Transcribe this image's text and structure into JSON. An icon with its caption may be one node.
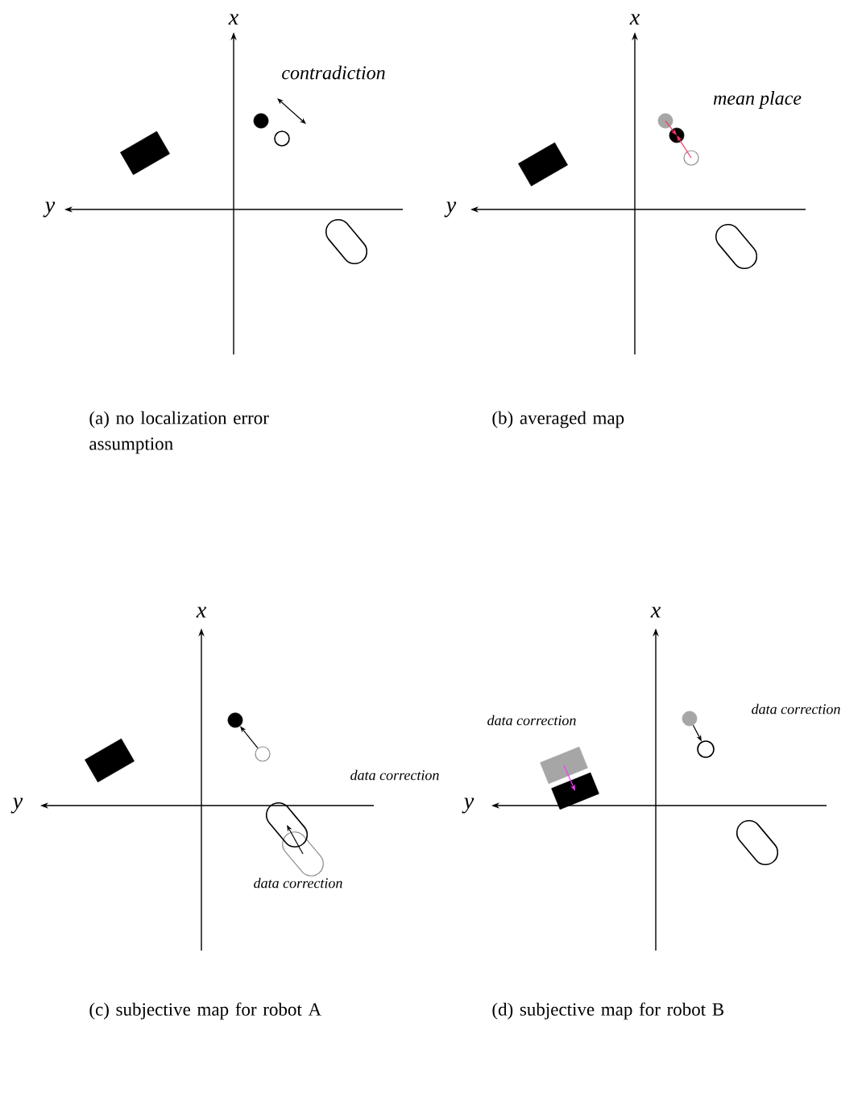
{
  "diagram": {
    "nodes": [
      {
        "text": [],
        "shape": "box"
      },
      {
        "text": [],
        "shape": "circle"
      },
      {
        "text": [],
        "shape": "circle"
      },
      {
        "text": [],
        "shape": "capsule"
      },
      {
        "text": [],
        "shape": "box"
      },
      {
        "text": [],
        "shape": "circle"
      },
      {
        "text": [],
        "shape": "circle"
      },
      {
        "text": [],
        "shape": "circle"
      },
      {
        "text": [],
        "shape": "capsule"
      },
      {
        "text": [],
        "shape": "box"
      },
      {
        "text": [],
        "shape": "circle"
      },
      {
        "text": [],
        "shape": "circle"
      },
      {
        "text": [],
        "shape": "capsule"
      },
      {
        "text": [],
        "shape": "capsule"
      },
      {
        "text": [],
        "shape": "box"
      },
      {
        "text": [],
        "shape": "box"
      },
      {
        "text": [],
        "shape": "circle"
      },
      {
        "text": [],
        "shape": "circle"
      },
      {
        "text": [],
        "shape": "capsule"
      }
    ],
    "edges": [
      {
        "from": 5,
        "to": 6,
        "arrow": "to",
        "color": "#ff3366"
      },
      {
        "from": 7,
        "to": 6,
        "arrow": "to",
        "color": "#ff3366"
      },
      {
        "from": 11,
        "to": 10,
        "arrow": "to"
      },
      {
        "from": 12,
        "to": 13,
        "arrow": "to"
      },
      {
        "from": 16,
        "to": 17,
        "arrow": "to"
      },
      {
        "from": 14,
        "to": 15,
        "arrow": "to",
        "color": "#ff33ff"
      }
    ],
    "labels": [
      "x",
      "contradiction",
      "y",
      "(a) no localization error assumption",
      "x",
      "mean place",
      "y",
      "(b) averaged map",
      "x",
      "data correction",
      "y",
      "data correction",
      "(c) subjective map for robot A",
      "x",
      "data correction",
      "data correction",
      "y",
      "(d) subjective map for robot B"
    ]
  }
}
